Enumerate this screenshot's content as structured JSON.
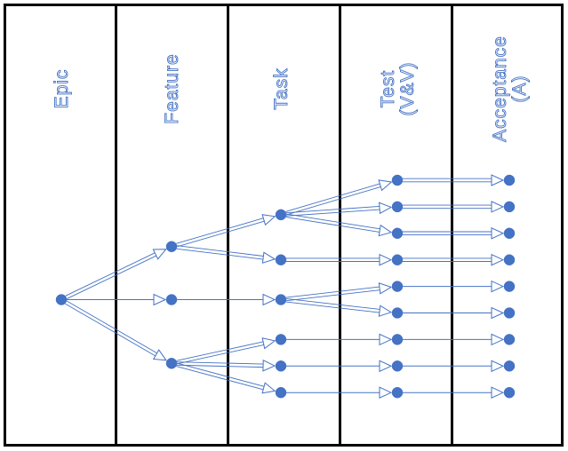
{
  "columns": [
    {
      "id": "epic",
      "lines": [
        "Epic"
      ]
    },
    {
      "id": "feature",
      "lines": [
        "Feature"
      ]
    },
    {
      "id": "task",
      "lines": [
        "Task"
      ]
    },
    {
      "id": "test",
      "lines": [
        "Test",
        "(V&V)"
      ]
    },
    {
      "id": "acceptance",
      "lines": [
        "Acceptance",
        "(A)"
      ]
    }
  ],
  "nodes": [
    {
      "id": "e1",
      "col": 0,
      "row": 4.5
    },
    {
      "id": "f1",
      "col": 1,
      "row": 2.5
    },
    {
      "id": "f2",
      "col": 1,
      "row": 4.5
    },
    {
      "id": "f3",
      "col": 1,
      "row": 6.9
    },
    {
      "id": "t1",
      "col": 2,
      "row": 1.3
    },
    {
      "id": "t2",
      "col": 2,
      "row": 3
    },
    {
      "id": "t3",
      "col": 2,
      "row": 4.5
    },
    {
      "id": "t4",
      "col": 2,
      "row": 6
    },
    {
      "id": "t5",
      "col": 2,
      "row": 7
    },
    {
      "id": "t6",
      "col": 2,
      "row": 8
    },
    {
      "id": "v1",
      "col": 3,
      "row": 0
    },
    {
      "id": "v2",
      "col": 3,
      "row": 1
    },
    {
      "id": "v3",
      "col": 3,
      "row": 2
    },
    {
      "id": "v4",
      "col": 3,
      "row": 3
    },
    {
      "id": "v5",
      "col": 3,
      "row": 4
    },
    {
      "id": "v6",
      "col": 3,
      "row": 5
    },
    {
      "id": "v7",
      "col": 3,
      "row": 6
    },
    {
      "id": "v8",
      "col": 3,
      "row": 7
    },
    {
      "id": "v9",
      "col": 3,
      "row": 8
    },
    {
      "id": "a1",
      "col": 4,
      "row": 0
    },
    {
      "id": "a2",
      "col": 4,
      "row": 1
    },
    {
      "id": "a3",
      "col": 4,
      "row": 2
    },
    {
      "id": "a4",
      "col": 4,
      "row": 3
    },
    {
      "id": "a5",
      "col": 4,
      "row": 4
    },
    {
      "id": "a6",
      "col": 4,
      "row": 5
    },
    {
      "id": "a7",
      "col": 4,
      "row": 6
    },
    {
      "id": "a8",
      "col": 4,
      "row": 7
    },
    {
      "id": "a9",
      "col": 4,
      "row": 8
    }
  ],
  "edges": [
    {
      "from": "e1",
      "to": "f1",
      "style": "double"
    },
    {
      "from": "e1",
      "to": "f2",
      "style": "single"
    },
    {
      "from": "e1",
      "to": "f3",
      "style": "double"
    },
    {
      "from": "f1",
      "to": "t1",
      "style": "double"
    },
    {
      "from": "f1",
      "to": "t2",
      "style": "double"
    },
    {
      "from": "f2",
      "to": "t3",
      "style": "single"
    },
    {
      "from": "f3",
      "to": "t4",
      "style": "double"
    },
    {
      "from": "f3",
      "to": "t5",
      "style": "double"
    },
    {
      "from": "f3",
      "to": "t6",
      "style": "double"
    },
    {
      "from": "t1",
      "to": "v1",
      "style": "double"
    },
    {
      "from": "t1",
      "to": "v2",
      "style": "double"
    },
    {
      "from": "t1",
      "to": "v3",
      "style": "double"
    },
    {
      "from": "t2",
      "to": "v4",
      "style": "double"
    },
    {
      "from": "t3",
      "to": "v5",
      "style": "double"
    },
    {
      "from": "t3",
      "to": "v6",
      "style": "double"
    },
    {
      "from": "t4",
      "to": "v7",
      "style": "single"
    },
    {
      "from": "t5",
      "to": "v8",
      "style": "single"
    },
    {
      "from": "t6",
      "to": "v9",
      "style": "single"
    },
    {
      "from": "v1",
      "to": "a1",
      "style": "double"
    },
    {
      "from": "v2",
      "to": "a2",
      "style": "double"
    },
    {
      "from": "v3",
      "to": "a3",
      "style": "double"
    },
    {
      "from": "v4",
      "to": "a4",
      "style": "double"
    },
    {
      "from": "v5",
      "to": "a5",
      "style": "single"
    },
    {
      "from": "v6",
      "to": "a6",
      "style": "single"
    },
    {
      "from": "v7",
      "to": "a7",
      "style": "single"
    },
    {
      "from": "v8",
      "to": "a8",
      "style": "single"
    },
    {
      "from": "v9",
      "to": "a9",
      "style": "single"
    }
  ],
  "colors": {
    "border": "#000000",
    "node": "#4472c4",
    "arrow": "#4472c4",
    "label_outline": "#4472c4",
    "label_fill": "#ffffff",
    "background": "#ffffff"
  }
}
